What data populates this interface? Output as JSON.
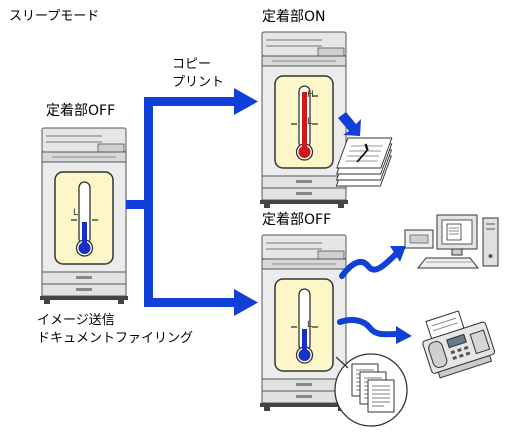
{
  "diagram": {
    "title": "スリープモード",
    "left_state": "定着部OFF",
    "top_state": "定着部ON",
    "bottom_state": "定着部OFF",
    "top_jobs": [
      "コピー",
      "プリント"
    ],
    "bottom_jobs": [
      "イメージ送信",
      "ドキュメントファイリング"
    ],
    "thermometer": {
      "high_mark": "H",
      "low_mark": "L"
    }
  },
  "colors": {
    "arrow": "#1040d8",
    "thermo_panel": "#fdf6c8",
    "thermo_red": "#d01818",
    "thermo_blue": "#1830c8",
    "machine_body": "#e8e8e8",
    "machine_outline": "#555555"
  }
}
